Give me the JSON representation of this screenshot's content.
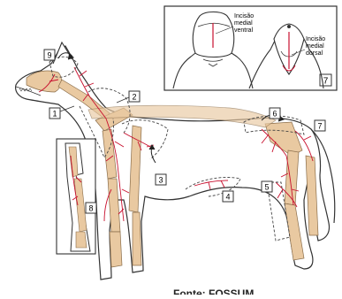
{
  "inset": {
    "number": "7",
    "label_ventral": [
      "Incisão",
      "medial",
      "ventral"
    ],
    "label_dorsal": [
      "Incisão",
      "medial",
      "dorsal"
    ]
  },
  "callouts": {
    "c1": "1",
    "c2": "2",
    "c3": "3",
    "c4": "4",
    "c5": "5",
    "c6": "6",
    "c7": "7",
    "c8": "8",
    "c9": "9"
  },
  "footer_caption": "Fonte: FOSSUM",
  "colors": {
    "outline": "#333333",
    "bone": "#e9c9a1",
    "vessel": "#c8102e",
    "dash": "#444444"
  }
}
